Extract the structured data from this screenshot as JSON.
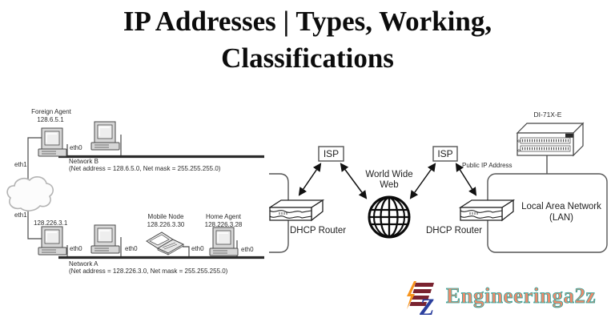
{
  "title": {
    "line1": "IP Addresses | Types, Working,",
    "line2": "Classifications"
  },
  "mobile_ip": {
    "foreign_agent_label": "Foreign Agent",
    "foreign_agent_ip": "128.6.5.1",
    "eth0": "eth0",
    "eth1": "eth1",
    "network_b_name": "Network B",
    "network_b_details": "(Net address = 128.6.5.0, Net mask = 255.255.255.0)",
    "router_a_ip": "128.226.3.1",
    "mobile_node_label": "Mobile Node",
    "mobile_node_ip": "128.226.3.30",
    "home_agent_label": "Home Agent",
    "home_agent_ip": "128.226.3.28",
    "network_a_name": "Network A",
    "network_a_details": "(Net address = 128.226.3.0, Net mask = 255.255.255.0)"
  },
  "public_ip": {
    "isp": "ISP",
    "www_line1": "World Wide",
    "www_line2": "Web",
    "public_ip_label": "Public IP Address",
    "device_label": "DI-71X-E",
    "dhcp_router": "DHCP Router",
    "lan_line1": "Local Area Network",
    "lan_line2": "(LAN)"
  },
  "logo": {
    "brand": "Engineeringa2z",
    "icon_letter_z": "Z",
    "colors": {
      "brand_text": "#F08A6B",
      "brand_outline": "#2AA79F",
      "icon_e": "#7A2330",
      "icon_bolt": "#F7941D",
      "icon_z": "#2B3F9E"
    }
  }
}
